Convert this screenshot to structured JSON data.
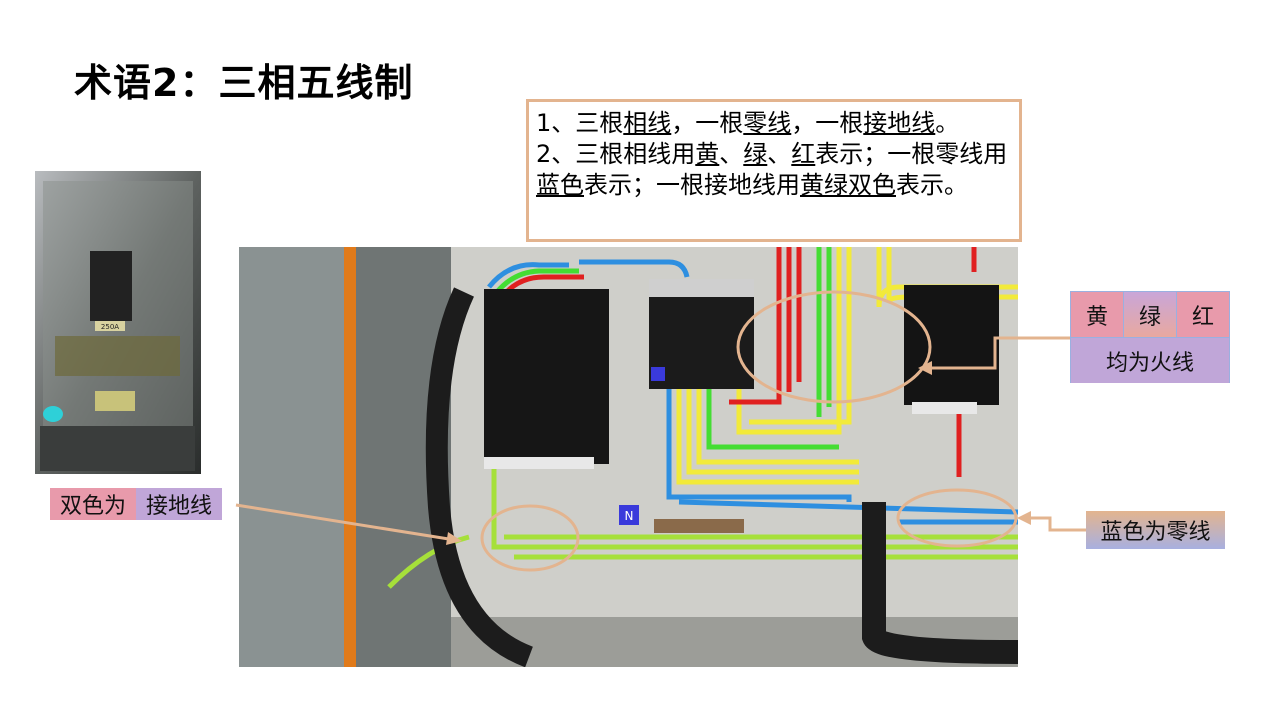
{
  "title": "术语2：三相五线制",
  "notes": {
    "line1": [
      {
        "t": "1、三根"
      },
      {
        "t": "相线",
        "u": true
      },
      {
        "t": "，一根"
      },
      {
        "t": "零线",
        "u": true
      },
      {
        "t": "，一根"
      },
      {
        "t": "接地线",
        "u": true
      },
      {
        "t": "。"
      }
    ],
    "line2": [
      {
        "t": "2、三根相线用"
      },
      {
        "t": "黄",
        "u": true
      },
      {
        "t": "、"
      },
      {
        "t": "绿",
        "u": true
      },
      {
        "t": "、"
      },
      {
        "t": "红",
        "u": true
      },
      {
        "t": "表示；一根零线用"
      },
      {
        "t": "蓝色",
        "u": true
      },
      {
        "t": "表示；一根接地线用"
      },
      {
        "t": "黄绿双色",
        "u": true
      },
      {
        "t": "表示。"
      }
    ]
  },
  "labels": {
    "yellow": "黄",
    "green": "绿",
    "red": "红",
    "all_live": "均为火线",
    "dual_color": "双色为",
    "ground": "接地线",
    "neutral": "蓝色为零线"
  },
  "photo_marks": {
    "breaker_rating": "250A",
    "neutral_badge": "N"
  },
  "colors": {
    "accent": "#e3b48f",
    "pink": "#e89aab",
    "purple": "#c0a6d8"
  }
}
